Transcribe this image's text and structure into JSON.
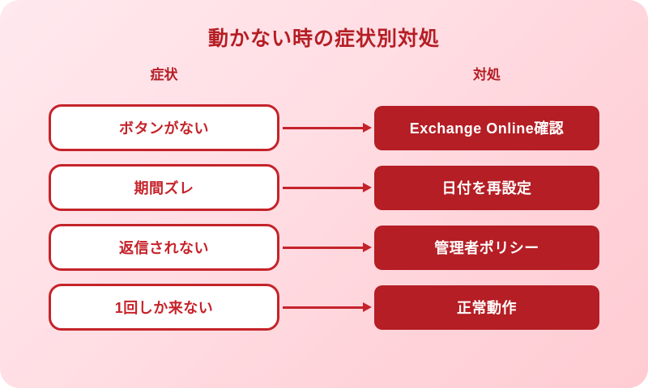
{
  "colors": {
    "dark_red": "#b41e24",
    "border_red": "#c5232a",
    "card_bg_light": "#ffe9ee",
    "card_bg_dark": "#ffccd3",
    "box_white": "#ffffff"
  },
  "diagram": {
    "title": "動かない時の症状別対処",
    "columns": {
      "left": "症状",
      "right": "対処"
    },
    "rows": [
      {
        "symptom": "ボタンがない",
        "action": "Exchange Online確認"
      },
      {
        "symptom": "期間ズレ",
        "action": "日付を再設定"
      },
      {
        "symptom": "返信されない",
        "action": "管理者ポリシー"
      },
      {
        "symptom": "1回しか来ない",
        "action": "正常動作"
      }
    ]
  }
}
